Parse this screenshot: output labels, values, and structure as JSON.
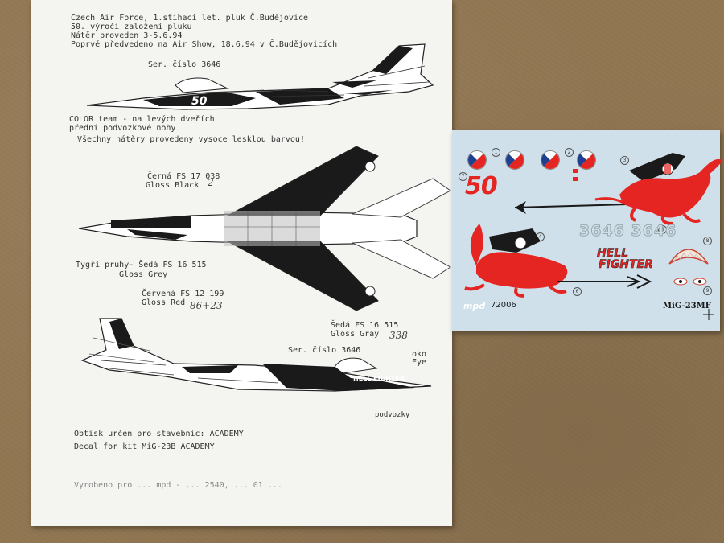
{
  "instructions": {
    "header_lines": [
      "Czech Air Force, 1.stíhací let. pluk Č.Budějovice",
      "50. výročí založení pluku",
      "Nátěr proveden 3-5.6.94",
      "Poprvé předvedeno na Air Show, 18.6.94 v Č.Budějovicích"
    ],
    "serial_top": "Ser. číslo 3646",
    "color_team_line1": "COLOR team - na levých dveřích",
    "color_team_line2": "přední podvozkové nohy",
    "gloss_note": "Všechny nátěry provedeny vysoce lesklou barvou!",
    "black_label": "Černá  FS 17 038",
    "black_label_en": "Gloss Black",
    "black_hand": "2",
    "tiger_label": "Tygří pruhy- Šedá FS 16 515",
    "tiger_label_en": "Gloss Grey",
    "red_label": "Červená  FS 12 199",
    "red_label_en": "Gloss Red",
    "red_hand": "86+23",
    "grey_label": "Šedá  FS 16 515",
    "grey_label_en": "Gloss Gray",
    "grey_hand": "338",
    "serial_bottom": "Ser. číslo 3646",
    "eye_label": "oko",
    "eye_label_en": "Eye",
    "gear_label": "podvozky",
    "kit_cz": "Obtisk určen pro stavebnic: ACADEMY",
    "kit_en": "Decal for kit MiG-23B ACADEMY",
    "producer": "Vyrobeno pro ... mpd - ... 2540, ... 01 ...",
    "fighter_text": "HELL FIGHTER"
  },
  "decal_card": {
    "big_number": "50",
    "serials": "3646 3646",
    "hell": "HELL",
    "fighter": "FIGHTER",
    "brand": "mpd",
    "code": "72006",
    "model": "MiG-23MF",
    "markers": [
      "1",
      "2",
      "3",
      "4",
      "5",
      "6",
      "7",
      "8",
      "9"
    ],
    "colors": {
      "red": "#e42521",
      "black": "#1a1a1a",
      "blue": "#1f3f8f",
      "card": "#cfe0ea"
    }
  }
}
